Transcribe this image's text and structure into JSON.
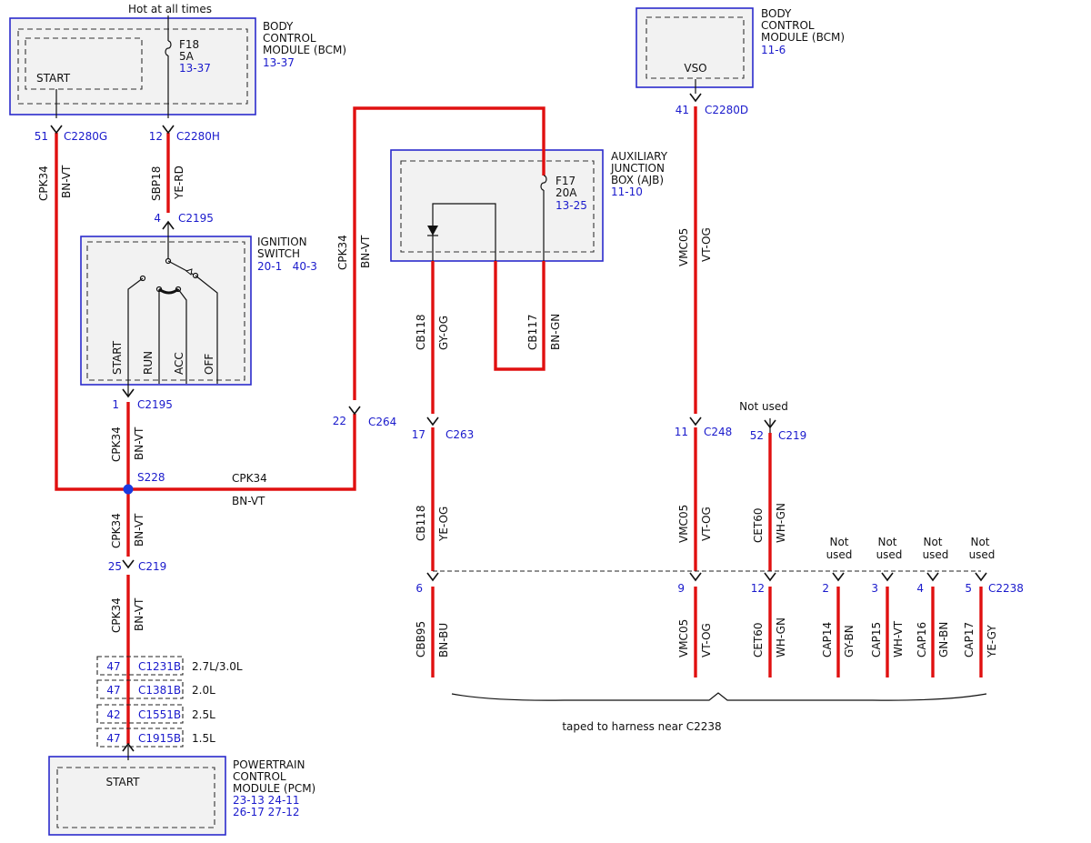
{
  "power_label": "Hot at all times",
  "bcm_top": {
    "title_lines": [
      "BODY",
      "CONTROL",
      "MODULE (BCM)"
    ],
    "ref": "13-37",
    "start_label": "START",
    "fuse_name": "F18",
    "fuse_rating": "5A",
    "fuse_ref": "13-37"
  },
  "bcm_right": {
    "title_lines": [
      "BODY",
      "CONTROL",
      "MODULE (BCM)"
    ],
    "ref": "11-6",
    "vso_label": "VSO"
  },
  "ignition_switch": {
    "title_lines": [
      "IGNITION",
      "SWITCH"
    ],
    "refs": "20-1   40-3",
    "positions": [
      "START",
      "RUN",
      "ACC",
      "OFF"
    ]
  },
  "ajb": {
    "title_lines": [
      "AUXILIARY",
      "JUNCTION",
      "BOX (AJB)"
    ],
    "ref": "11-10",
    "fuse_name": "F17",
    "fuse_rating": "20A",
    "fuse_ref": "13-25"
  },
  "pcm": {
    "title_lines": [
      "POWERTRAIN",
      "CONTROL",
      "MODULE (PCM)"
    ],
    "ref_lines": [
      "23-13 24-11",
      "26-17 27-12"
    ],
    "start_label": "START"
  },
  "connectors": {
    "c2280g": {
      "pin": "51",
      "name": "C2280G"
    },
    "c2280h": {
      "pin": "12",
      "name": "C2280H"
    },
    "c2195_top": {
      "pin": "4",
      "name": "C2195"
    },
    "c2195_bottom": {
      "pin": "1",
      "name": "C2195"
    },
    "c264": {
      "pin": "22",
      "name": "C264"
    },
    "c263": {
      "pin": "17",
      "name": "C263"
    },
    "c2280d": {
      "pin": "41",
      "name": "C2280D"
    },
    "c248": {
      "pin": "11",
      "name": "C248"
    },
    "c219_right": {
      "pin": "52",
      "name": "C219"
    },
    "c219_left": {
      "pin": "25",
      "name": "C219"
    },
    "splice": {
      "name": "S228"
    }
  },
  "wires": {
    "bcm_start": {
      "circuit": "CPK34",
      "color": "BN-VT"
    },
    "fuse_feed": {
      "circuit": "SBP18",
      "color": "YE-RD"
    },
    "to_c264": {
      "circuit": "CPK34",
      "color": "BN-VT"
    },
    "ign_out": {
      "circuit": "CPK34",
      "color": "BN-VT"
    },
    "splice_horizontal": {
      "circuit": "CPK34",
      "color": "BN-VT"
    },
    "splice_down": {
      "circuit": "CPK34",
      "color": "BN-VT"
    },
    "to_pcm": {
      "circuit": "CPK34",
      "color": "BN-VT"
    },
    "cb118_upper": {
      "circuit": "CB118",
      "color": "GY-OG"
    },
    "cb117": {
      "circuit": "CB117",
      "color": "BN-GN"
    },
    "cb118_lower": {
      "circuit": "CB118",
      "color": "YE-OG"
    },
    "vmc05_upper": {
      "circuit": "VMC05",
      "color": "VT-OG"
    },
    "vmc05_mid": {
      "circuit": "VMC05",
      "color": "VT-OG"
    },
    "cet60_upper": {
      "circuit": "CET60",
      "color": "WH-GN"
    }
  },
  "c219_not_used": "Not used",
  "c2238": {
    "name": "C2238",
    "pins": [
      {
        "pin": "6",
        "circuit": "CBB95",
        "color": "BN-BU"
      },
      {
        "pin": "9",
        "circuit": "VMC05",
        "color": "VT-OG"
      },
      {
        "pin": "12",
        "circuit": "CET60",
        "color": "WH-GN"
      },
      {
        "pin": "2",
        "circuit": "CAP14",
        "color": "GY-BN",
        "note": [
          "Not",
          "used"
        ]
      },
      {
        "pin": "3",
        "circuit": "CAP15",
        "color": "WH-VT",
        "note": [
          "Not",
          "used"
        ]
      },
      {
        "pin": "4",
        "circuit": "CAP16",
        "color": "GN-BN",
        "note": [
          "Not",
          "used"
        ]
      },
      {
        "pin": "5",
        "circuit": "CAP17",
        "color": "YE-GY",
        "note": [
          "Not",
          "used"
        ]
      }
    ]
  },
  "pcm_connectors": [
    {
      "pin": "47",
      "name": "C1231B",
      "engine": "2.7L/3.0L"
    },
    {
      "pin": "47",
      "name": "C1381B",
      "engine": "2.0L"
    },
    {
      "pin": "42",
      "name": "C1551B",
      "engine": "2.5L"
    },
    {
      "pin": "47",
      "name": "C1915B",
      "engine": "1.5L"
    }
  ],
  "bundle_note": "taped to harness near C2238"
}
